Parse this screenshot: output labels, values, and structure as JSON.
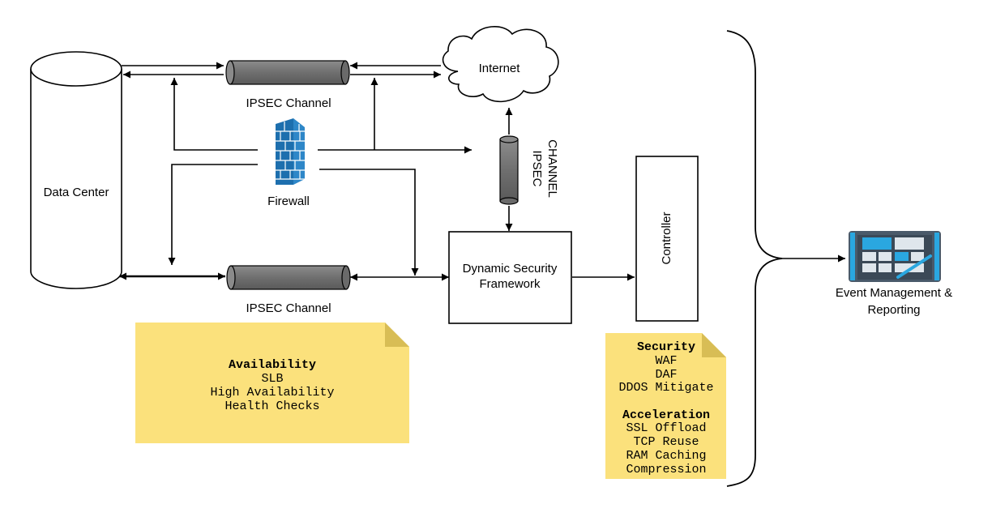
{
  "nodes": {
    "data_center": "Data Center",
    "internet": "Internet",
    "firewall": "Firewall",
    "ipsec_top": "IPSEC Channel",
    "ipsec_bottom": "IPSEC Channel",
    "ipsec_vertical_line1": "IPSEC",
    "ipsec_vertical_line2": "CHANNEL",
    "dsf_line1": "Dynamic Security",
    "dsf_line2": "Framework",
    "controller": "Controller",
    "event_line1": "Event Management &",
    "event_line2": "Reporting"
  },
  "notes": {
    "availability": {
      "heading": "Availability",
      "items": [
        "SLB",
        "High Availability",
        "Health Checks"
      ]
    },
    "security": {
      "heading": "Security",
      "items": [
        "WAF",
        "DAF",
        "DDOS Mitigate"
      ]
    },
    "acceleration": {
      "heading": "Acceleration",
      "items": [
        "SSL Offload",
        "TCP Reuse",
        "RAM Caching",
        "Compression"
      ]
    }
  },
  "colors": {
    "note_fill": "#fbe17c",
    "note_fold": "#d8bd55",
    "pipe_fill": "#7a7a7a",
    "firewall_blue": "#2e87c8",
    "tablet_frame": "#4a5a6a",
    "tablet_accent": "#2aa7e0"
  },
  "icons": {
    "firewall": "brick-firewall-icon",
    "event": "tablet-dashboard-icon",
    "internet": "cloud-icon"
  }
}
